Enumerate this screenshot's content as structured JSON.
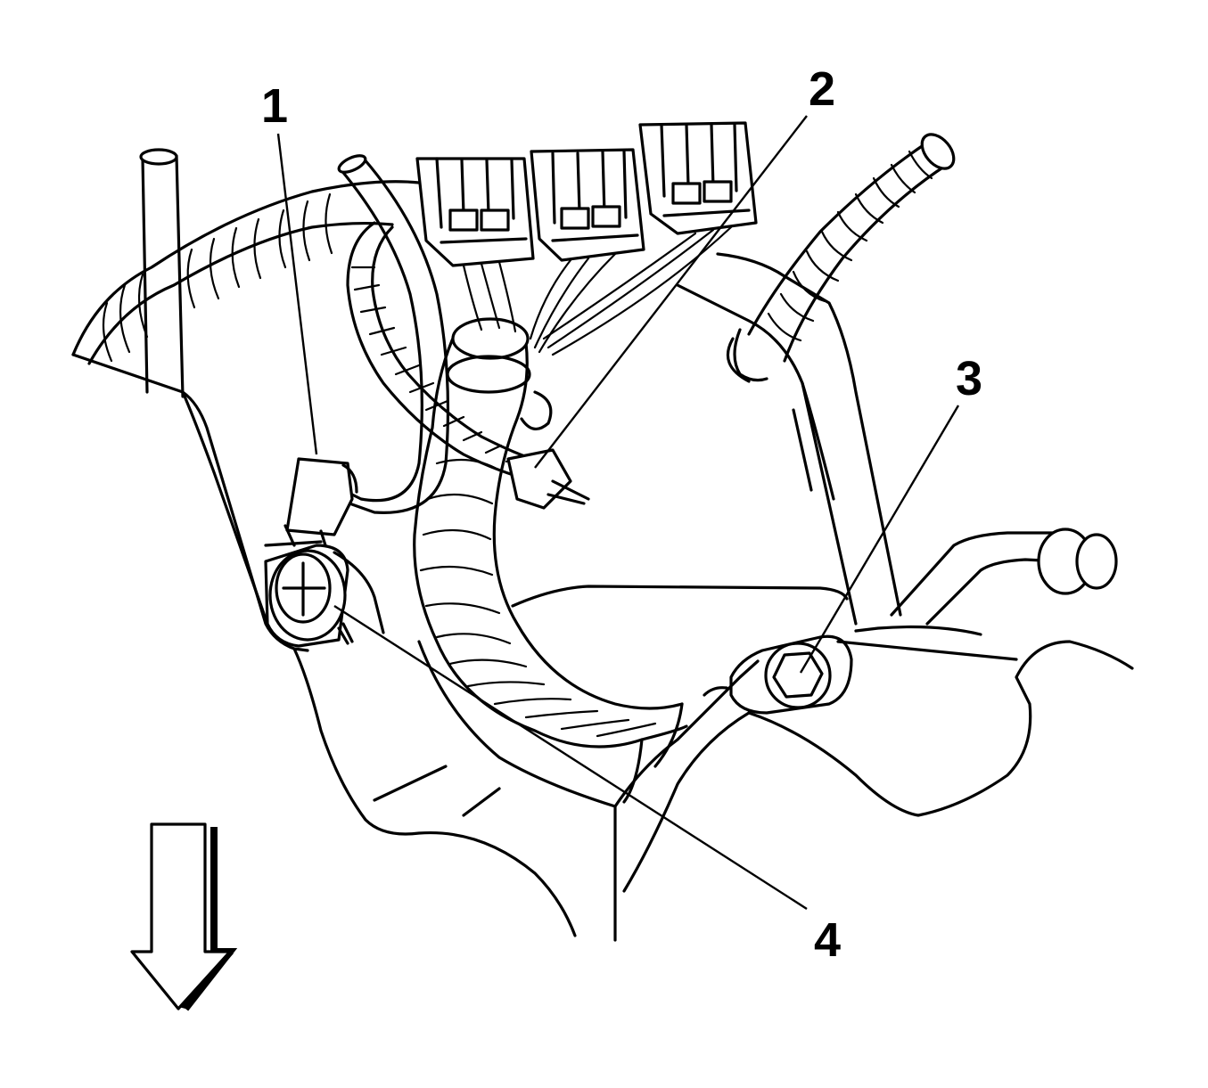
{
  "callouts": [
    {
      "id": "1",
      "label": "1"
    },
    {
      "id": "2",
      "label": "2"
    },
    {
      "id": "3",
      "label": "3"
    },
    {
      "id": "4",
      "label": "4"
    }
  ],
  "colors": {
    "line": "#000000",
    "background": "#ffffff"
  },
  "icons": {
    "direction_arrow": "arrow-down-icon"
  }
}
